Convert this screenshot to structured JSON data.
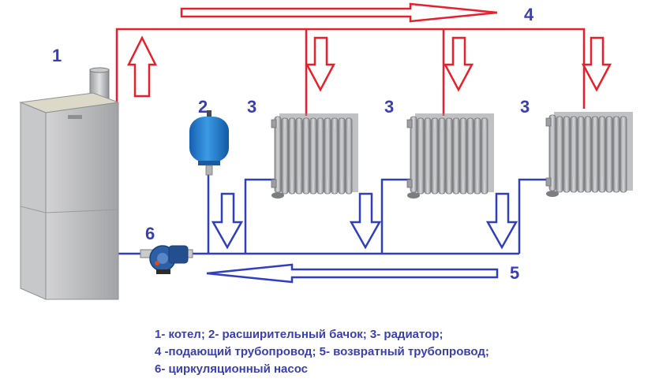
{
  "labels": {
    "boiler": "1",
    "expansion_tank": "2",
    "radiator": "3",
    "supply_pipe": "4",
    "return_pipe": "5",
    "pump": "6"
  },
  "legend": {
    "line1": "1- котел; 2- расширительный бачок; 3- радиатор;",
    "line2": "4 -подающий трубопровод; 5- возвратный трубопровод;",
    "line3": "6- циркуляционный насос"
  },
  "colors": {
    "supply": "#e8202a",
    "return": "#2f3fbf",
    "label": "#3a3fb0",
    "boiler": "#b9babc",
    "tank": "#1f7fd1",
    "radiator": "#a9a9ab",
    "pump": "#2b5fa6"
  }
}
